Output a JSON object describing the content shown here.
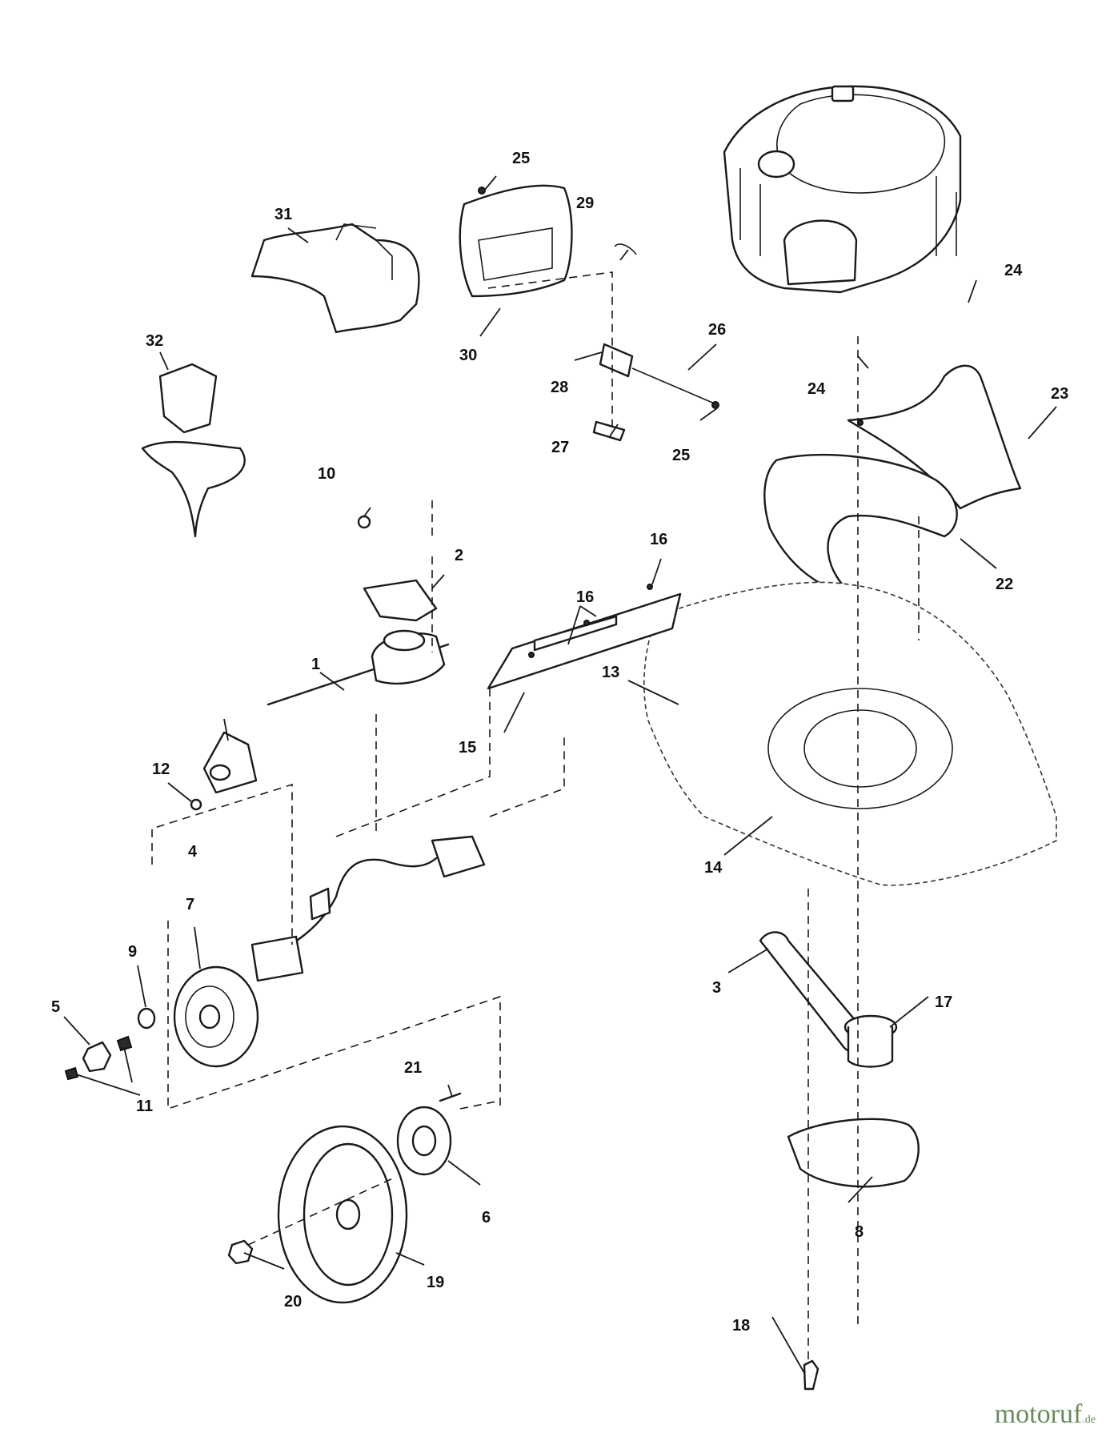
{
  "diagram": {
    "callouts": [
      "1",
      "2",
      "3",
      "4",
      "5",
      "6",
      "7",
      "8",
      "9",
      "10",
      "11",
      "12",
      "13",
      "14",
      "15",
      "16",
      "16",
      "17",
      "18",
      "19",
      "20",
      "21",
      "22",
      "23",
      "24",
      "24",
      "25",
      "25",
      "26",
      "27",
      "28",
      "29",
      "30",
      "31",
      "32"
    ]
  },
  "watermark": {
    "brand": "motoruf",
    "suffix": ".de"
  }
}
